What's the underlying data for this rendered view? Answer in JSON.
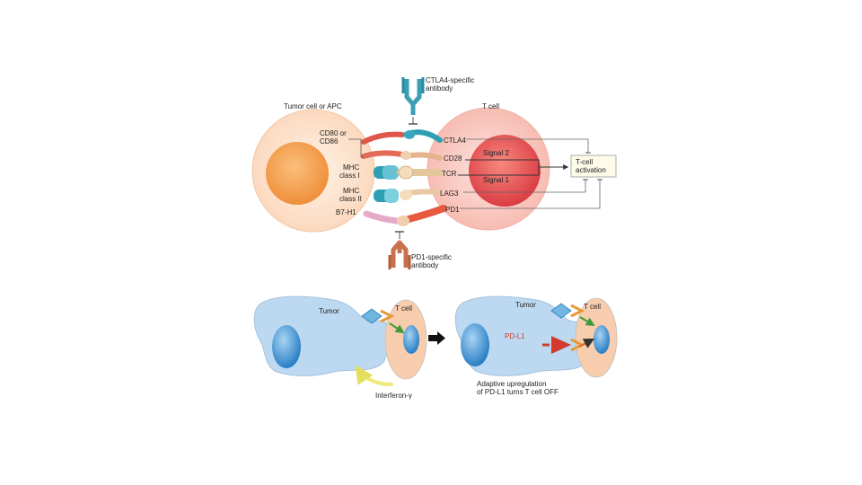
{
  "top": {
    "tumor_label": "Tumor cell or APC",
    "tcell_label": "T cell",
    "ctla4_antibody": [
      "CTLA4-specific",
      "antibody"
    ],
    "pd1_antibody": [
      "PD1-specific",
      "antibody"
    ],
    "left_labels": {
      "cd80": [
        "CD80 or",
        "CD86"
      ],
      "mhc1": [
        "MHC",
        "class I"
      ],
      "mhc2": [
        "MHC",
        "class II"
      ],
      "b7h1": "B7-H1"
    },
    "right_labels": {
      "ctla4": "CTLA4",
      "cd28": "CD28",
      "tcr": "TCR",
      "lag3": "LAG3",
      "pd1": "PD1"
    },
    "signal2": "Signal 2",
    "signal1": "Signal 1",
    "activation": [
      "T-cell",
      "activation"
    ]
  },
  "bottom": {
    "left": {
      "tumor": "Tumor",
      "tcell": "T cell",
      "interferon": "Interferon-γ"
    },
    "right": {
      "tumor": "Tumor",
      "tcell": "T cell",
      "pdl1": "PD-L1",
      "caption": [
        "Adaptive upregulation",
        "of PD-L1 turns T cell OFF"
      ]
    }
  },
  "colors": {
    "tumor_outer": "#fde3cf",
    "tumor_nucleus": "#f6a75b",
    "tcell_outer": "#fbd3cc",
    "tcell_nucleus": "#e8545a",
    "tumor_blob": "#bcd9f1",
    "cell_nucleus_blue": "#2f8fd0",
    "tcell_oval": "#f7cdae",
    "pdl1_red": "#d33a2c",
    "green_arrow": "#3c9b3a",
    "interferon_yellow": "#f1ee8e"
  }
}
